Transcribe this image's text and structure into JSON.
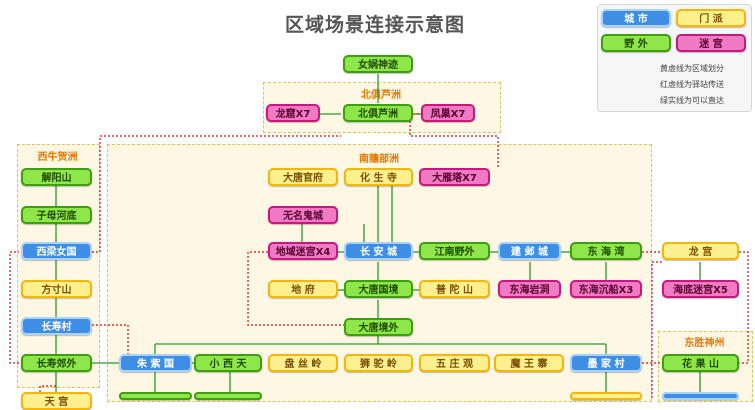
{
  "title": "区域场景连接示意图",
  "legend": {
    "types": [
      {
        "label": "城 市",
        "type": "city"
      },
      {
        "label": "门 派",
        "type": "faction"
      },
      {
        "label": "野 外",
        "type": "field"
      },
      {
        "label": "迷 宫",
        "type": "dungeon"
      }
    ],
    "lines": [
      {
        "label": "黄虚线为区域划分",
        "style": "yellow-dashed"
      },
      {
        "label": "红虚线为驿站传送",
        "style": "red-dotted"
      },
      {
        "label": "绿实线为可以直达",
        "style": "green-solid"
      }
    ]
  },
  "zones": [
    {
      "id": "beijuluzhou",
      "label": "北俱芦洲"
    },
    {
      "id": "xiniuhezhou",
      "label": "西牛贺洲"
    },
    {
      "id": "nanzhanbuzhou",
      "label": "南赡部洲"
    },
    {
      "id": "dongshengshenzhou",
      "label": "东胜神州"
    }
  ],
  "nodes": [
    {
      "id": "nvwa",
      "label": "女娲神迹",
      "type": "field"
    },
    {
      "id": "longku",
      "label": "龙窟X7",
      "type": "dungeon"
    },
    {
      "id": "beiju",
      "label": "北俱芦洲",
      "type": "field"
    },
    {
      "id": "fengchao",
      "label": "凤巢X7",
      "type": "dungeon"
    },
    {
      "id": "jieyang",
      "label": "解阳山",
      "type": "field"
    },
    {
      "id": "zimu",
      "label": "子母河底",
      "type": "field"
    },
    {
      "id": "xiliang",
      "label": "西梁女国",
      "type": "city"
    },
    {
      "id": "fangcun",
      "label": "方寸山",
      "type": "faction"
    },
    {
      "id": "changshou",
      "label": "长寿村",
      "type": "city"
    },
    {
      "id": "changshoujiao",
      "label": "长寿郊外",
      "type": "field"
    },
    {
      "id": "tianbottom",
      "label": "天 宫",
      "type": "faction"
    },
    {
      "id": "datangguanfu",
      "label": "大唐官府",
      "type": "faction"
    },
    {
      "id": "huasheng",
      "label": "化 生 寺",
      "type": "faction"
    },
    {
      "id": "dayanta",
      "label": "大雁塔X7",
      "type": "dungeon"
    },
    {
      "id": "wuming",
      "label": "无名鬼城",
      "type": "dungeon"
    },
    {
      "id": "diyu",
      "label": "地域迷宫X4",
      "type": "dungeon"
    },
    {
      "id": "changan",
      "label": "长 安 城",
      "type": "city"
    },
    {
      "id": "jiangnan",
      "label": "江南野外",
      "type": "field"
    },
    {
      "id": "jianye",
      "label": "建 邺 城",
      "type": "city"
    },
    {
      "id": "donghaiwan",
      "label": "东 海 湾",
      "type": "field"
    },
    {
      "id": "difu",
      "label": "地 府",
      "type": "faction"
    },
    {
      "id": "datangguojing",
      "label": "大唐国境",
      "type": "field"
    },
    {
      "id": "putuo",
      "label": "普 陀 山",
      "type": "faction"
    },
    {
      "id": "donghaiyan",
      "label": "东海岩洞",
      "type": "dungeon"
    },
    {
      "id": "donghaichen",
      "label": "东海沉船X3",
      "type": "dungeon"
    },
    {
      "id": "datangjingwai",
      "label": "大唐境外",
      "type": "field"
    },
    {
      "id": "zhuzi",
      "label": "朱 紫 国",
      "type": "city"
    },
    {
      "id": "xiaoxitian",
      "label": "小 西 天",
      "type": "field"
    },
    {
      "id": "pansi",
      "label": "盘 丝 岭",
      "type": "faction"
    },
    {
      "id": "shituo",
      "label": "狮 驼 岭",
      "type": "faction"
    },
    {
      "id": "wuzhuang",
      "label": "五 庄 观",
      "type": "faction"
    },
    {
      "id": "mowang",
      "label": "魔 王 寨",
      "type": "faction"
    },
    {
      "id": "mojia",
      "label": "墨 家 村",
      "type": "city"
    },
    {
      "id": "longgong",
      "label": "龙 宫",
      "type": "faction"
    },
    {
      "id": "dihaimigong",
      "label": "海底迷宫X5",
      "type": "dungeon"
    },
    {
      "id": "huaguo",
      "label": "花 果 山",
      "type": "field"
    },
    {
      "id": "b1",
      "label": "",
      "type": "field"
    },
    {
      "id": "b2",
      "label": "",
      "type": "field"
    },
    {
      "id": "b3",
      "label": "",
      "type": "field"
    },
    {
      "id": "b4",
      "label": "",
      "type": "field"
    },
    {
      "id": "b5",
      "label": "",
      "type": "field"
    }
  ]
}
